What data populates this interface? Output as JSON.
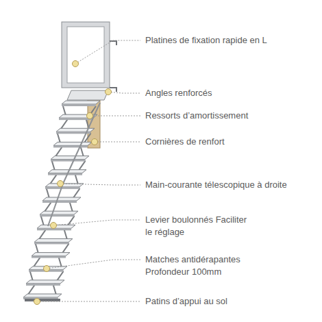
{
  "diagram": {
    "labels": [
      "Platines de fixation rapide en L",
      "Angles renforcés",
      "Ressorts d’amortissement",
      "Cornières de renfort",
      "Main-courante télescopique à droite",
      "Levier boulonnés Faciliter le réglage",
      "Matches antidérapantes Profondeur 100mm",
      "Patins d’appui au sol"
    ]
  }
}
